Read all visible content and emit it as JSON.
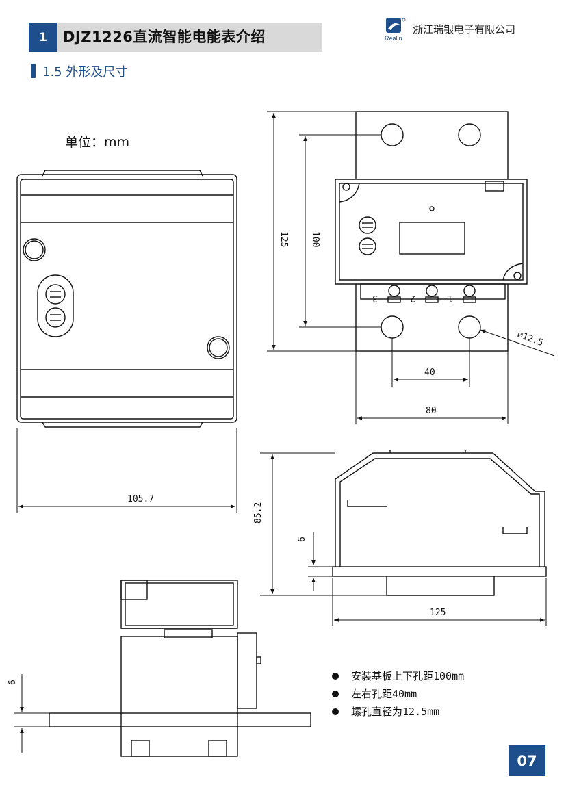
{
  "header": {
    "section_number": "1",
    "section_title": "DJZ1226直流智能电能表介绍",
    "company_name": "浙江瑞银电子有限公司",
    "logo_text": "Realin",
    "accent_color": "#1f4e8c"
  },
  "subsection": {
    "title": "1.5 外形及尺寸"
  },
  "unit_label": "单位：mm",
  "dimensions": {
    "front_width": "105.7",
    "top_height_outer": "125",
    "top_height_holes": "100",
    "hole_spacing": "40",
    "base_width": "80",
    "hole_diameter": "∅12.5",
    "side_height": "85.2",
    "side_base_thickness": "6",
    "side_length": "125",
    "bottom_base_thickness": "6",
    "terminal_labels": [
      "3",
      "2",
      "1"
    ]
  },
  "notes": [
    "安装基板上下孔距100mm",
    "左右孔距40mm",
    "螺孔直径为12.5mm"
  ],
  "page_number": "07"
}
